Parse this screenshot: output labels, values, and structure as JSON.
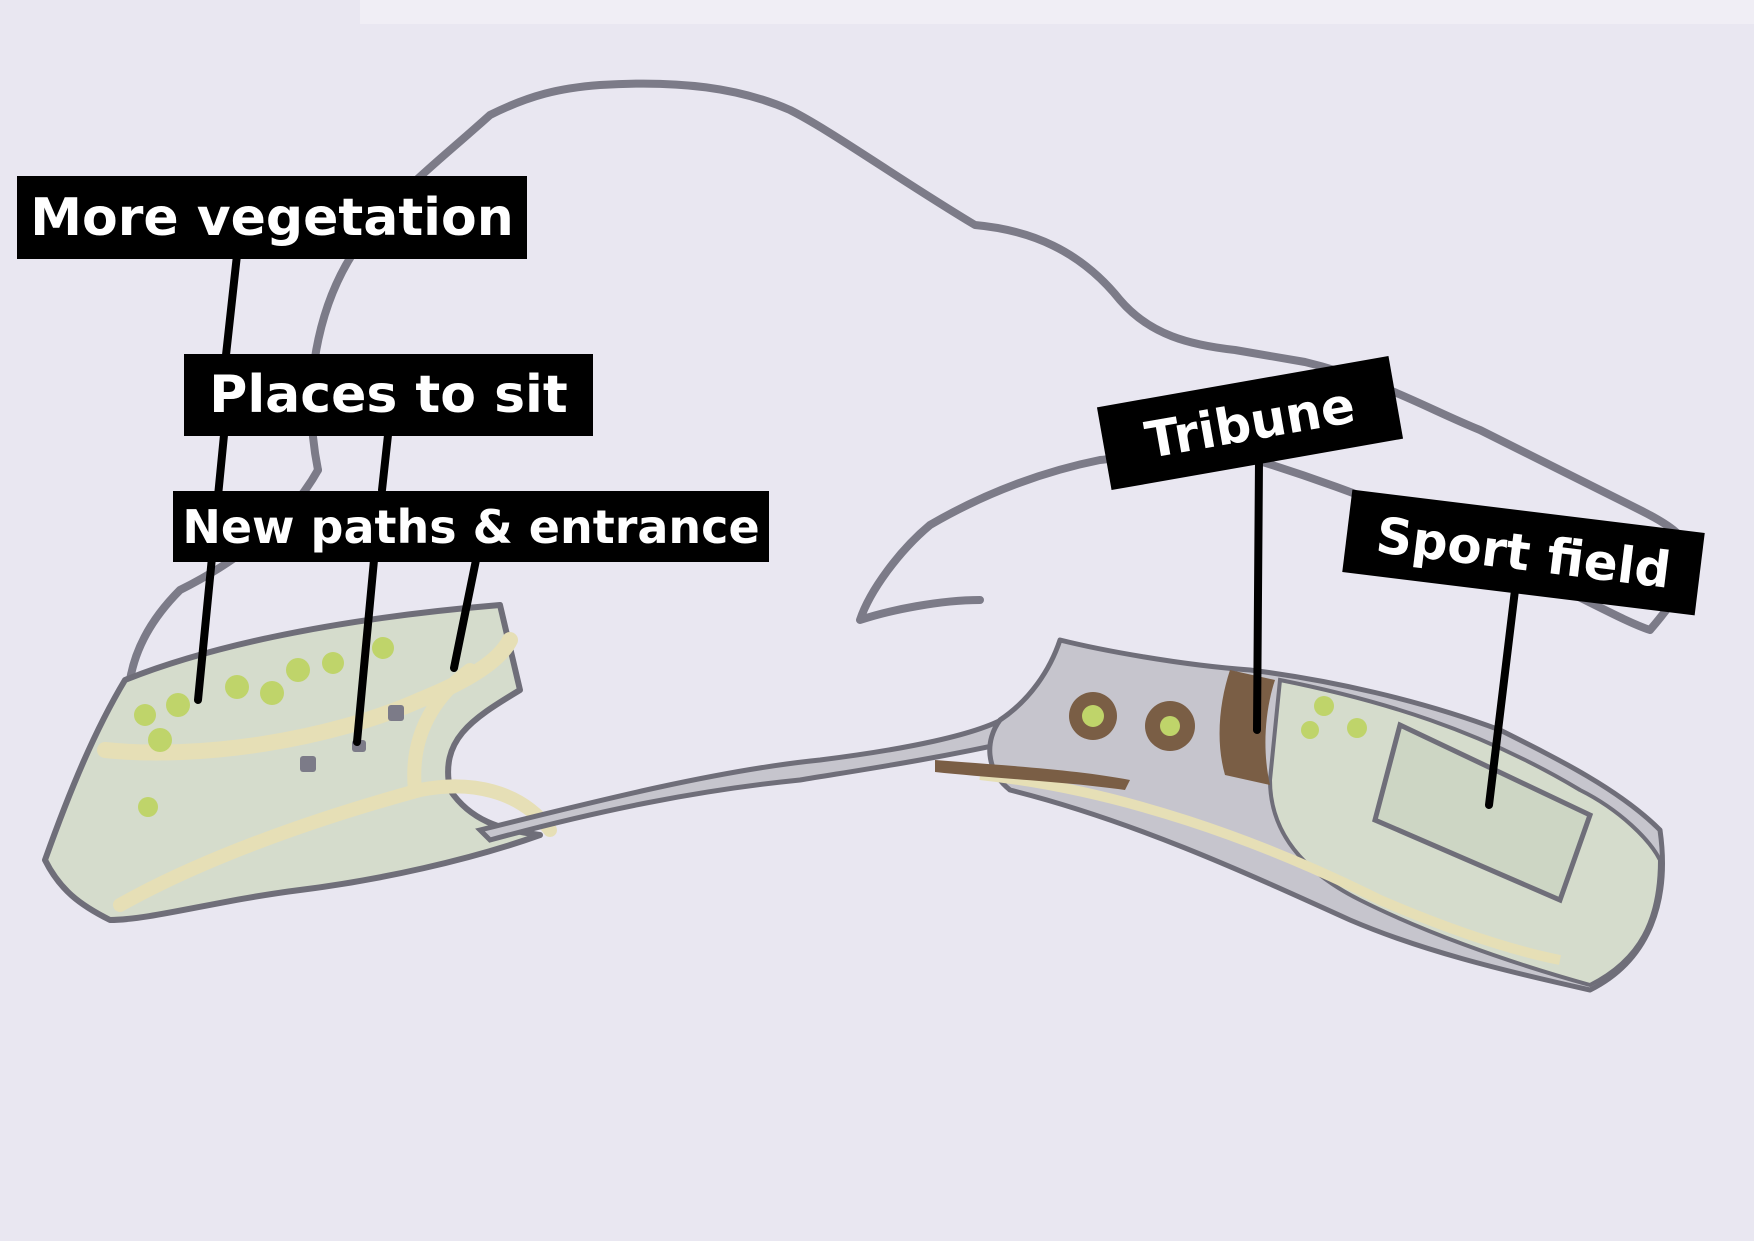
{
  "labels": {
    "more_vegetation": "More vegetation",
    "places_to_sit": "Places to sit",
    "new_paths": "New paths & entrance",
    "tribune": "Tribune",
    "sport_field": "Sport field"
  },
  "colors": {
    "background": "#e9e7f1",
    "outline": "#7c7b88",
    "park_green": "#d5dccc",
    "path_yellow": "#e6dfb6",
    "vegetation_dots": "#bfd46a",
    "tribune_brown": "#7a5e45",
    "pavement_grey": "#c6c5cd",
    "label_bg": "#000000",
    "label_text": "#ffffff"
  }
}
